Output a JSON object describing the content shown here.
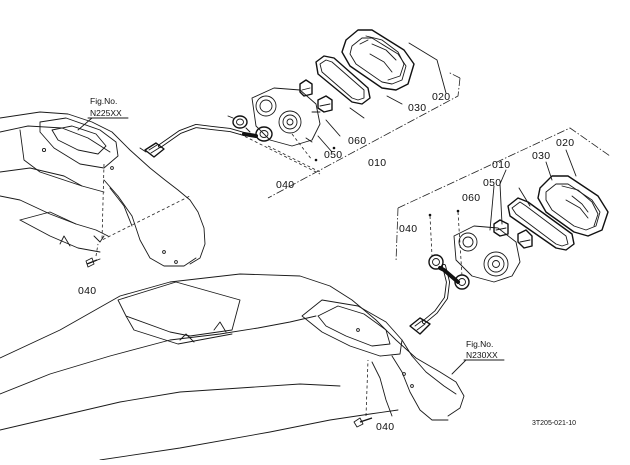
{
  "drawing": {
    "code": "3T205-021-10"
  },
  "figure_refs": [
    {
      "label": "Fig.No.",
      "number": "N225XX"
    },
    {
      "label": "Fig.No.",
      "number": "N230XX"
    }
  ],
  "top_assembly": {
    "parts": [
      "020",
      "030",
      "060",
      "050",
      "010",
      "040"
    ]
  },
  "bottom_assembly": {
    "parts": [
      "010",
      "030",
      "020",
      "050",
      "060",
      "040"
    ]
  },
  "fasteners": {
    "left": "040",
    "bottom": "040"
  }
}
